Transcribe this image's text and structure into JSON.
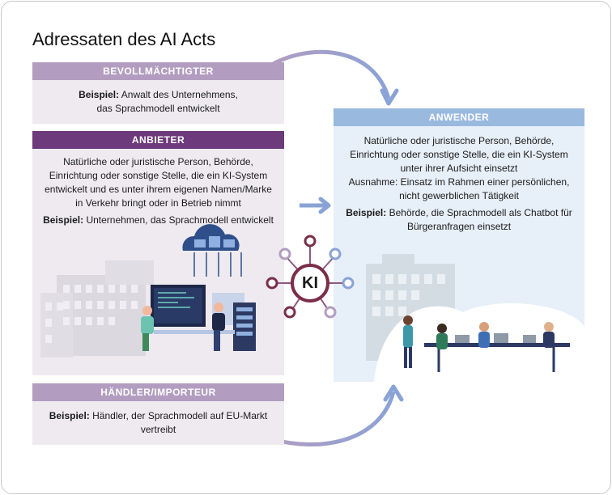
{
  "title": "Adressaten des AI Acts",
  "bevollmaechtigter": {
    "header": "BEVOLLMÄCHTIGTER",
    "example_label": "Beispiel:",
    "example_text": "Anwalt des Unternehmens,",
    "example_text2": "das Sprachmodell entwickelt"
  },
  "anbieter": {
    "header": "ANBIETER",
    "lines": [
      "Natürliche oder juristische Person, Behörde,",
      "Einrichtung oder sonstige Stelle, die ein KI-System",
      "entwickelt und es unter ihrem eigenen Namen/Marke",
      "in Verkehr bringt oder in Betrieb nimmt"
    ],
    "example_label": "Beispiel:",
    "example_text": "Unternehmen, das Sprachmodell entwickelt"
  },
  "haendler": {
    "header": "HÄNDLER/IMPORTEUR",
    "example_label": "Beispiel:",
    "example_text": "Händler, der Sprachmodell auf EU-Markt",
    "example_text2": "vertreibt"
  },
  "anwender": {
    "header": "ANWENDER",
    "lines": [
      "Natürliche oder juristische Person, Behörde,",
      "Einrichtung oder sonstige Stelle, die ein KI-System",
      "unter ihrer Aufsicht einsetzt",
      "Ausnahme: Einsatz im Rahmen einer persönlichen,",
      "nicht gewerblichen Tätigkeit"
    ],
    "example_label": "Beispiel:",
    "example_text": "Behörde, die Sprachmodell als Chatbot für",
    "example_text2": "Bürgeranfragen einsetzt"
  },
  "ki": {
    "label": "KI"
  },
  "colors": {
    "purple_dark": "#6d3a7b",
    "purple_light": "#b29dc0",
    "panel_purple": "#eeeaf0",
    "blue_header": "#9ab9df",
    "panel_blue": "#e7eff8",
    "ki_node": "#7a2e4a",
    "arrow": "#8aa3d6"
  }
}
